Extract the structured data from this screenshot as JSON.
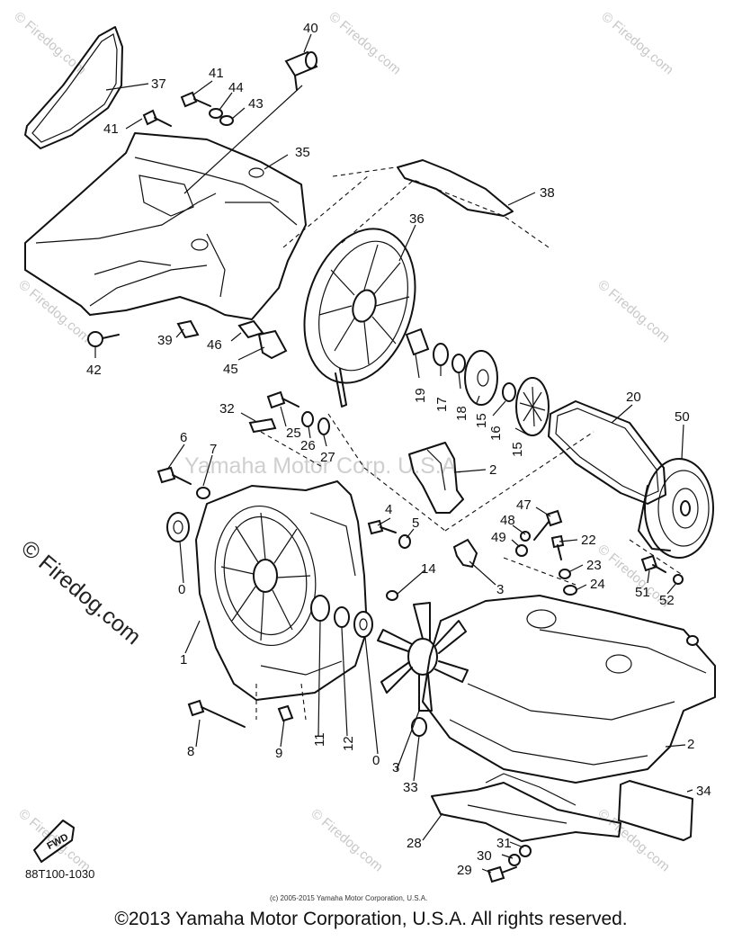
{
  "watermark": {
    "text": "© Firedog.com",
    "left_large": "© Firedog.com",
    "center": "Yamaha Motor Corp. U.S.A."
  },
  "parts": [
    "1",
    "2",
    "3",
    "4",
    "5",
    "6",
    "7",
    "8",
    "9",
    "11",
    "12",
    "14",
    "15",
    "16",
    "17",
    "18",
    "19",
    "20",
    "22",
    "23",
    "24",
    "25",
    "26",
    "27",
    "28",
    "29",
    "30",
    "31",
    "32",
    "33",
    "34",
    "35",
    "36",
    "37",
    "38",
    "39",
    "40",
    "41",
    "42",
    "43",
    "44",
    "45",
    "46",
    "47",
    "48",
    "49",
    "50",
    "51",
    "52"
  ],
  "labels": {
    "p40": "40",
    "p37": "37",
    "p41a": "41",
    "p44": "44",
    "p43": "43",
    "p41b": "41",
    "p35": "35",
    "p38": "38",
    "p36": "36",
    "p39": "39",
    "p46": "46",
    "p42": "42",
    "p45": "45",
    "p19": "19",
    "p17": "17",
    "p18": "18",
    "p15a": "15",
    "p16": "16",
    "p15b": "15",
    "p20": "20",
    "p50": "50",
    "p32": "32",
    "p25": "25",
    "p26": "26",
    "p27": "27",
    "p6": "6",
    "p7": "7",
    "p2a": "2",
    "p4": "4",
    "p5": "5",
    "p47": "47",
    "p48": "48",
    "p49": "49",
    "p22": "22",
    "p23": "23",
    "p24": "24",
    "p51": "51",
    "p52": "52",
    "p14": "14",
    "p3a": "3",
    "p1": "1",
    "p0a": "0",
    "p8": "8",
    "p9": "9",
    "p11": "11",
    "p12": "12",
    "p0b": "0",
    "p3b": "3",
    "p33": "33",
    "p2b": "2",
    "p34": "34",
    "p28": "28",
    "p31": "31",
    "p30": "30",
    "p29": "29"
  },
  "fwd_label": "FWD",
  "diagram_code": "88T100-1030",
  "small_copyright": "(c) 2005-2015 Yamaha Motor Corporation, U.S.A.",
  "copyright": "©2013 Yamaha Motor Corporation, U.S.A. All rights reserved."
}
